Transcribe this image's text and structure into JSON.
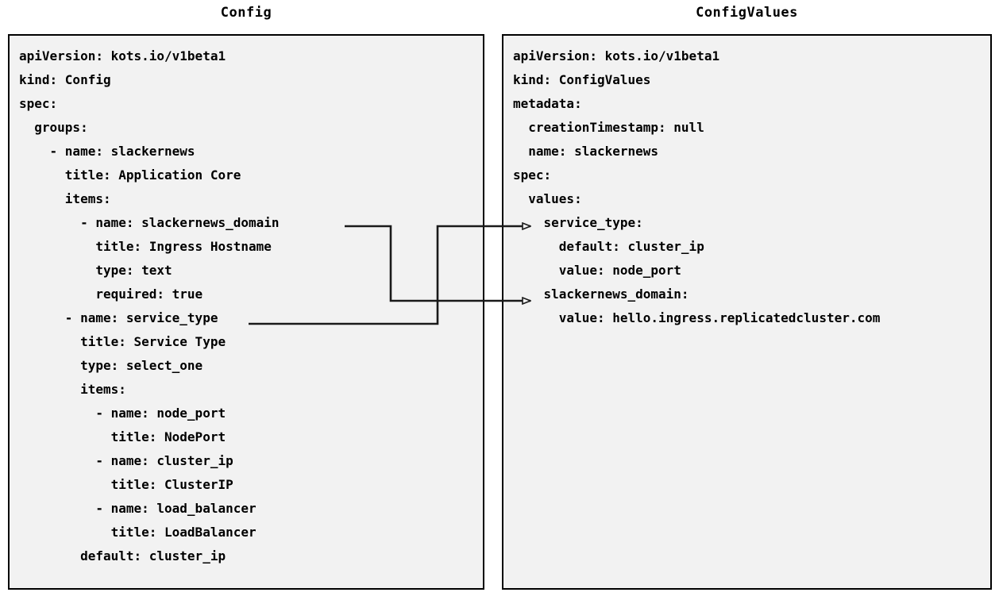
{
  "diagram": {
    "title_left": "Config",
    "title_right": "ConfigValues",
    "background": "#ffffff",
    "panel_fill": "#f2f2f2",
    "panel_stroke": "#000000",
    "connector_stroke": "#1a1a1a"
  },
  "config": {
    "title": "Config",
    "lines": [
      "apiVersion: kots.io/v1beta1",
      "kind: Config",
      "spec:",
      "  groups:",
      "    - name: slackernews",
      "      title: Application Core",
      "      items:",
      "        - name: slackernews_domain",
      "          title: Ingress Hostname",
      "          type: text",
      "          required: true",
      "      - name: service_type",
      "        title: Service Type",
      "        type: select_one",
      "        items:",
      "          - name: node_port",
      "            title: NodePort",
      "          - name: cluster_ip",
      "            title: ClusterIP",
      "          - name: load_balancer",
      "            title: LoadBalancer",
      "        default: cluster_ip"
    ]
  },
  "configvalues": {
    "title": "ConfigValues",
    "lines": [
      "apiVersion: kots.io/v1beta1",
      "kind: ConfigValues",
      "metadata:",
      "  creationTimestamp: null",
      "  name: slackernews",
      "spec:",
      "  values:",
      "    service_type:",
      "      default: cluster_ip",
      "      value: node_port",
      "    slackernews_domain:",
      "      value: hello.ingress.replicatedcluster.com"
    ]
  },
  "connectors": [
    {
      "name": "slackernews-domain-mapping",
      "from_label": "slackernews_domain",
      "to_label": "slackernews_domain:"
    },
    {
      "name": "service-type-mapping",
      "from_label": "service_type",
      "to_label": "service_type:"
    }
  ]
}
